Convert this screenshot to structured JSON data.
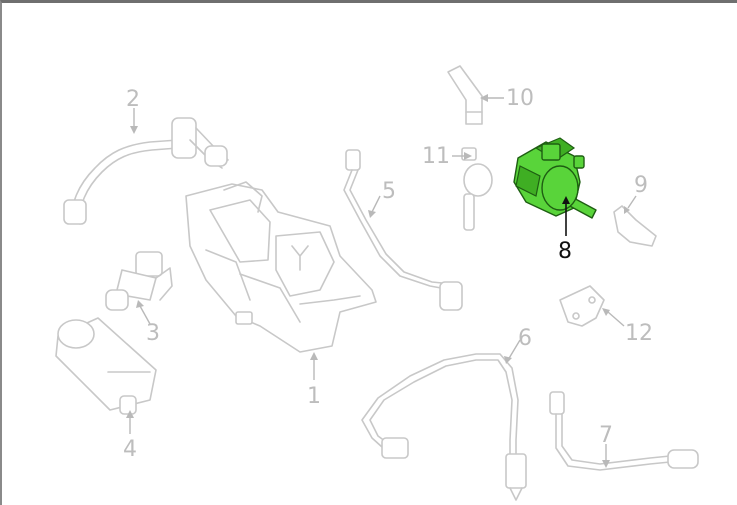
{
  "diagram": {
    "callouts": [
      {
        "id": "1",
        "label": "1"
      },
      {
        "id": "2",
        "label": "2"
      },
      {
        "id": "3",
        "label": "3"
      },
      {
        "id": "4",
        "label": "4"
      },
      {
        "id": "5",
        "label": "5"
      },
      {
        "id": "6",
        "label": "6"
      },
      {
        "id": "7",
        "label": "7"
      },
      {
        "id": "8",
        "label": "8",
        "highlighted": true
      },
      {
        "id": "9",
        "label": "9"
      },
      {
        "id": "10",
        "label": "10"
      },
      {
        "id": "11",
        "label": "11"
      },
      {
        "id": "12",
        "label": "12"
      }
    ],
    "colors": {
      "line_art": "#c8c8c8",
      "callout_text": "#bdbdbd",
      "highlight_fill": "#59d43a",
      "highlight_stroke": "#1e5e12",
      "active_callout": "#111111"
    }
  }
}
